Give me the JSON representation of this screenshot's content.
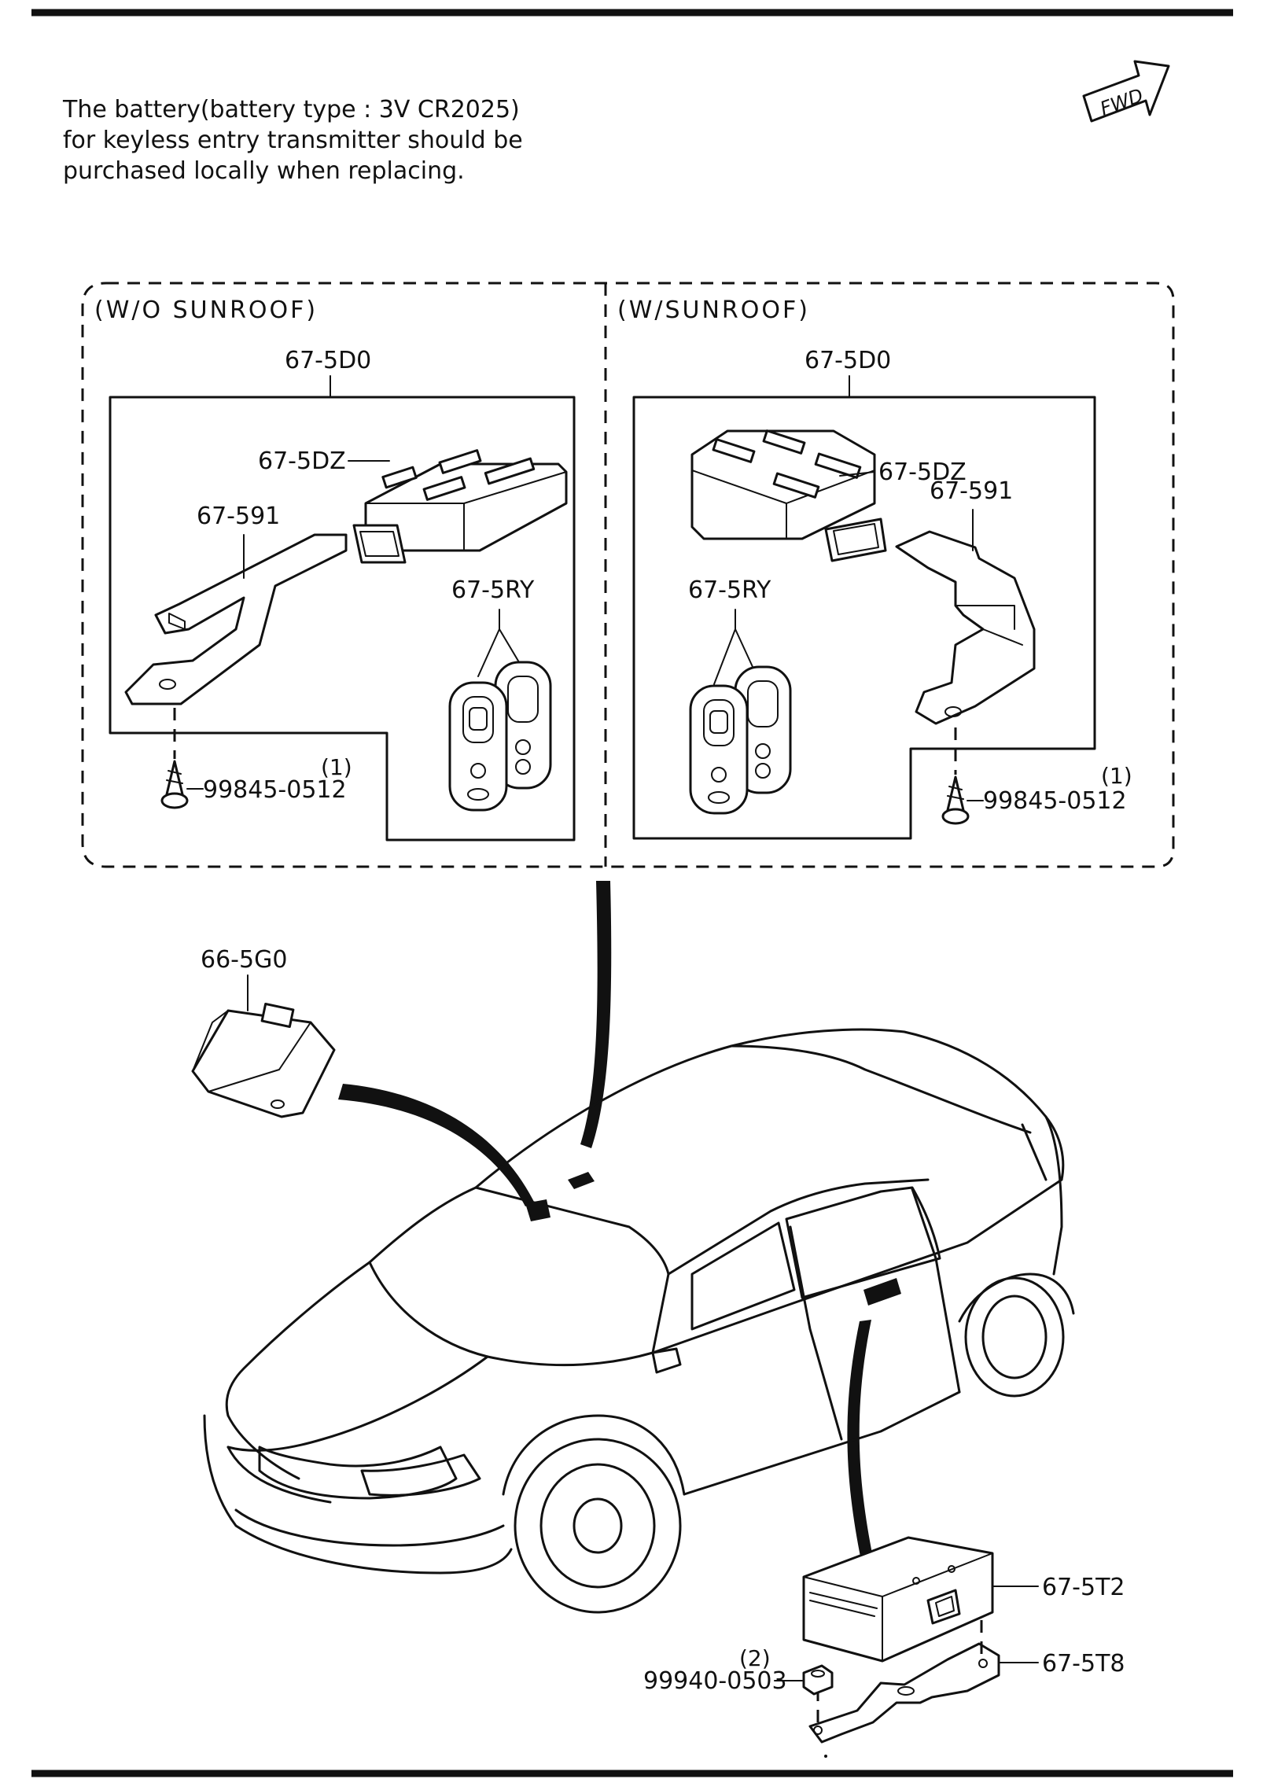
{
  "note": {
    "lines": [
      "The battery(battery type : 3V CR2025)",
      "for keyless entry transmitter should be",
      "purchased locally when replacing."
    ]
  },
  "fwd_label": "FWD",
  "panels": {
    "left": {
      "heading": "(W/O  SUNROOF)",
      "assembly": "67-5D0",
      "module": "67-5DZ",
      "bracket": "67-591",
      "transmitter": "67-5RY",
      "screw_qty": "(1)",
      "screw": "99845-0512"
    },
    "right": {
      "heading": "(W/SUNROOF)",
      "assembly": "67-5D0",
      "module": "67-5DZ",
      "bracket": "67-591",
      "transmitter": "67-5RY",
      "screw_qty": "(1)",
      "screw": "99845-0512"
    }
  },
  "parts": {
    "sensor": "66-5G0",
    "door_unit": "67-5T2",
    "door_bracket": "67-5T8",
    "nut_qty": "(2)",
    "nut": "99940-0503"
  }
}
